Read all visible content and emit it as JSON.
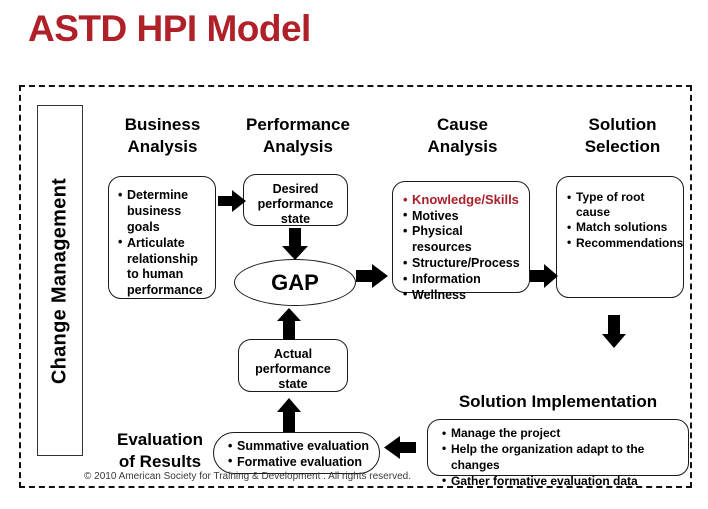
{
  "title": "ASTD HPI Model",
  "accent_color": "#B02028",
  "change_management": {
    "label": "Change Management"
  },
  "columns": [
    {
      "name": "business-analysis",
      "line1": "Business",
      "line2": "Analysis"
    },
    {
      "name": "performance-analysis",
      "line1": "Performance",
      "line2": "Analysis"
    },
    {
      "name": "cause-analysis",
      "line1": "Cause",
      "line2": "Analysis"
    },
    {
      "name": "solution-selection",
      "line1": "Solution",
      "line2": "Selection"
    }
  ],
  "business_analysis": {
    "bullets": [
      "Determine business goals",
      "Articulate relationship to human performance"
    ]
  },
  "performance_analysis": {
    "desired_state": "Desired performance state",
    "gap": "GAP",
    "actual_state": "Actual performance state"
  },
  "cause_analysis": {
    "bullets": [
      "Knowledge/Skills",
      "Motives",
      "Physical resources",
      "Structure/Process",
      "Information",
      "Wellness"
    ],
    "highlighted_index": 0,
    "highlight_color": "#A8202B"
  },
  "solution_selection": {
    "bullets": [
      "Type of root cause",
      "Match solutions",
      "Recommendations"
    ]
  },
  "solution_implementation": {
    "heading": "Solution Implementation",
    "bullets": [
      "Manage the project",
      "Help the organization adapt to the changes",
      "Gather formative evaluation data"
    ]
  },
  "evaluation_of_results": {
    "label_line1": "Evaluation",
    "label_line2": "of Results",
    "bullets": [
      "Summative evaluation",
      "Formative evaluation"
    ]
  },
  "arrows": [
    {
      "name": "arrow-business-to-performance",
      "direction": "right"
    },
    {
      "name": "arrow-desired-to-gap",
      "direction": "down"
    },
    {
      "name": "arrow-gap-to-cause",
      "direction": "right"
    },
    {
      "name": "arrow-cause-to-solution",
      "direction": "right"
    },
    {
      "name": "arrow-solution-to-implementation",
      "direction": "down"
    },
    {
      "name": "arrow-implementation-to-evaluation",
      "direction": "left"
    },
    {
      "name": "arrow-evaluation-to-actual",
      "direction": "up"
    },
    {
      "name": "arrow-actual-to-gap",
      "direction": "up"
    }
  ],
  "copyright": "© 2010 American Society for Training & Development .  All rights reserved."
}
